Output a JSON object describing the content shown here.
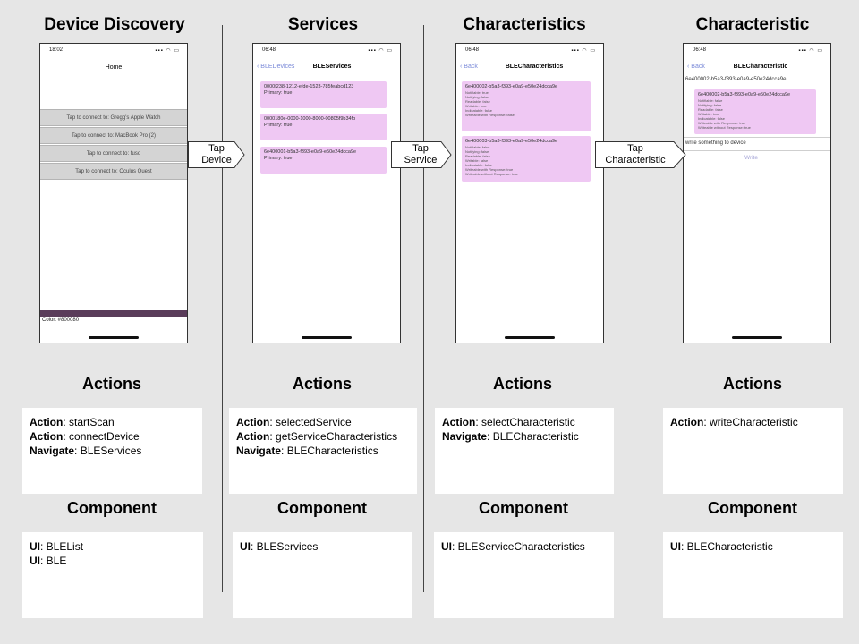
{
  "columns": [
    {
      "title": "Device Discovery",
      "phone": {
        "time": "18:02",
        "nav_title": "Home",
        "list_items": [
          "Tap to connect to: Gregg's Apple Watch",
          "Tap to connect to: MacBook Pro (2)",
          "Tap to connect to: fuso",
          "Tap to connect to: Oculus Quest"
        ],
        "bottom_text": "Color: #800080"
      },
      "actions": [
        {
          "key": "Action",
          "value": "startScan"
        },
        {
          "key": "Action",
          "value": "connectDevice"
        },
        {
          "key": "Navigate",
          "value": "BLEServices"
        }
      ],
      "components": [
        {
          "key": "UI",
          "value": "BLEList"
        },
        {
          "key": "UI",
          "value": "BLE"
        }
      ]
    },
    {
      "title": "Services",
      "phone": {
        "time": "06:48",
        "back_label": "BLEDevices",
        "nav_title": "BLEServices",
        "cards": [
          {
            "uuid": "0000f238-1212-efde-1523-785feabcd123",
            "primary": "Primary: true"
          },
          {
            "uuid": "0000180e-0000-1000-8000-00805f9b34fb",
            "primary": "Primary: true"
          },
          {
            "uuid": "6e400001-b5a3-f393-e0a9-e50e24dcca9e",
            "primary": "Primary: true"
          }
        ]
      },
      "actions": [
        {
          "key": "Action",
          "value": "selectedService"
        },
        {
          "key": "Action",
          "value": "getServiceCharacteristics"
        },
        {
          "key": "Navigate",
          "value": "BLECharacteristics"
        }
      ],
      "components": [
        {
          "key": "UI",
          "value": "BLEServices"
        }
      ]
    },
    {
      "title": "Characteristics",
      "phone": {
        "time": "06:48",
        "back_label": "Back",
        "nav_title": "BLECharacteristics",
        "cards": [
          {
            "uuid": "6e400002-b5a3-f393-e0a9-e50e24dcca9e",
            "props": [
              "Notifiable: true",
              "Notifying: false",
              "Readable: false",
              "Writable: true",
              "Indicatable: false",
              "Writeable with Response: false"
            ]
          },
          {
            "uuid": "6e400003-b5a3-f393-e0a9-e50e24dcca9e",
            "props": [
              "Notifiable: false",
              "Notifying: false",
              "Readable: false",
              "Writable: false",
              "Indicatable: false",
              "Writeable with Response: true",
              "Writeable without Response: true"
            ]
          }
        ]
      },
      "actions": [
        {
          "key": "Action",
          "value": "selectCharacteristic"
        },
        {
          "key": "Navigate",
          "value": "BLECharacteristic"
        }
      ],
      "components": [
        {
          "key": "UI",
          "value": "BLEServiceCharacteristics"
        }
      ]
    },
    {
      "title": "Characteristic",
      "phone": {
        "time": "06:48",
        "back_label": "Back",
        "nav_title": "BLECharacteristic",
        "header_uuid": "6e400002-b5a3-f393-e0a9-e50e24dcca9e",
        "card": {
          "uuid": "6e400002-b5a3-f393-e0a9-e50e24dcca9e",
          "props": [
            "Notifiable: false",
            "Notifying: false",
            "Readable: false",
            "Writable: true",
            "Indicatable: false",
            "Writeable with Response: true",
            "Writeable without Response: true"
          ]
        },
        "input_placeholder": "write something to device",
        "write_label": "Write"
      },
      "actions": [
        {
          "key": "Action",
          "value": "writeCharacteristic"
        }
      ],
      "components": [
        {
          "key": "UI",
          "value": "BLECharacteristic"
        }
      ]
    }
  ],
  "arrows": [
    {
      "line1": "Tap",
      "line2": "Device"
    },
    {
      "line1": "Tap",
      "line2": "Service"
    },
    {
      "line1": "Tap",
      "line2": "Characteristic"
    }
  ],
  "labels": {
    "actions_heading": "Actions",
    "component_heading": "Component"
  }
}
